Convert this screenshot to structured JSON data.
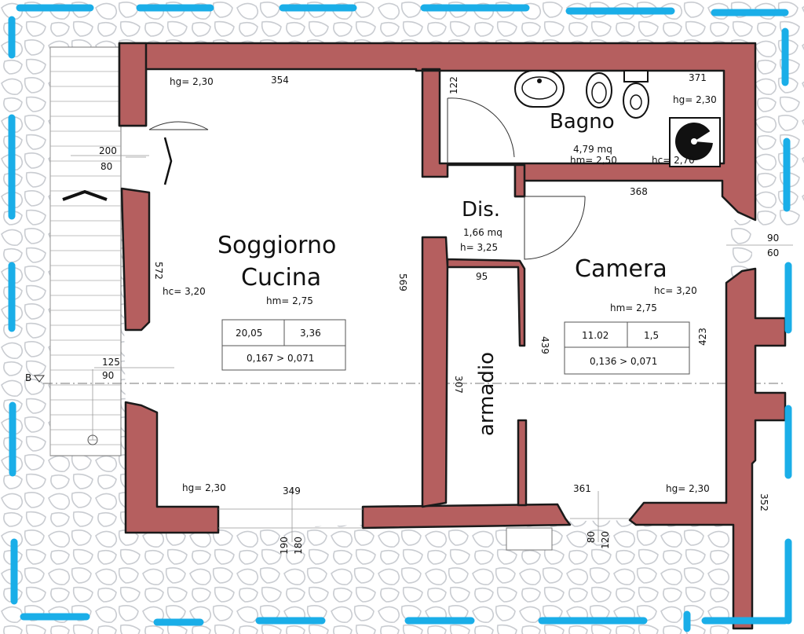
{
  "rooms": {
    "soggiorno": {
      "name_line1": "Soggiorno",
      "name_line2": "Cucina",
      "hm": "hm= 2,75",
      "hc": "hc= 3,20",
      "hg_top": "hg= 2,30",
      "hg_bottom": "hg= 2,30",
      "table": {
        "area": "20,05",
        "window": "3,36",
        "ratio": "0,167 > 0,071"
      }
    },
    "bagno": {
      "name": "Bagno",
      "area": "4,79 mq",
      "hm": "hm= 2,50",
      "hg": "hg= 2,30",
      "hc": "hc= 2,70"
    },
    "dis": {
      "name": "Dis.",
      "area": "1,66 mq",
      "h": "h= 3,25"
    },
    "camera": {
      "name": "Camera",
      "hc": "hc= 3,20",
      "hm": "hm= 2,75",
      "hg": "hg= 2,30",
      "table": {
        "area": "11.02",
        "window": "1,5",
        "ratio": "0,136 > 0,071"
      }
    },
    "armadio": {
      "name": "armadio"
    }
  },
  "dimensions": {
    "d354": "354",
    "d122": "122",
    "d371": "371",
    "d368": "368",
    "d200": "200",
    "d80a": "80",
    "d572": "572",
    "d569": "569",
    "d95": "95",
    "d439": "439",
    "d307": "307",
    "d90a": "90",
    "d60": "60",
    "d423": "423",
    "d125": "125",
    "d90b": "90",
    "d349": "349",
    "d190": "190",
    "d180": "180",
    "d361": "361",
    "d80b": "80",
    "d120": "120",
    "d352": "352"
  },
  "section_mark": "B",
  "colors": {
    "wall": "#b55f5f",
    "boundary_dash": "#1aaee8",
    "paving": "#c9ccd1"
  }
}
